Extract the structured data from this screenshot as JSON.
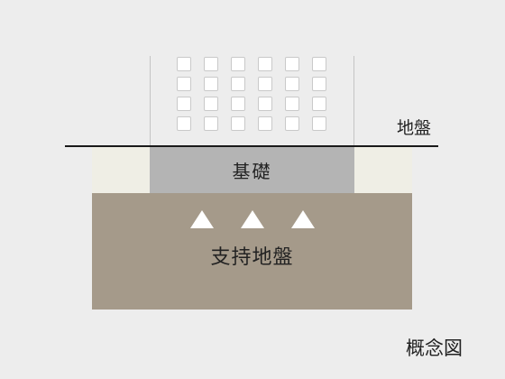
{
  "labels": {
    "ground": "地盤",
    "foundation": "基礎",
    "bearing_stratum": "支持地盤",
    "caption": "概念図"
  },
  "building": {
    "window_rows": 4,
    "window_columns": 6
  },
  "load_arrows": {
    "count": 3
  },
  "colors": {
    "background": "#ededed",
    "foundation": "#b4b4b4",
    "bearing_stratum": "#a59a8a",
    "backfill": "#efeee5",
    "ground_line": "#1a1a1a",
    "window_fill": "#ffffff",
    "arrow": "#ffffff"
  }
}
